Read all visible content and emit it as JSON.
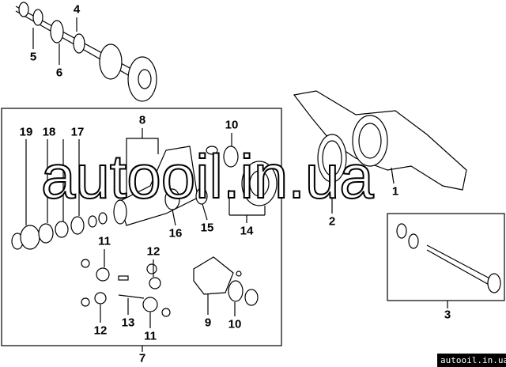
{
  "diagram": {
    "callouts": {
      "c4": "4",
      "c5": "5",
      "c6": "6",
      "c8": "8",
      "c10a": "10",
      "c1": "1",
      "c2": "2",
      "c19": "19",
      "c18": "18",
      "c17": "17",
      "c16": "16",
      "c15": "15",
      "c14": "14",
      "c11a": "11",
      "c12a": "12",
      "c13": "13",
      "c11b": "11",
      "c12b": "12",
      "c9": "9",
      "c10b": "10",
      "c7": "7",
      "c3": "3"
    },
    "watermark": "autooil.in.ua",
    "badge": "autooil.in.ua"
  }
}
